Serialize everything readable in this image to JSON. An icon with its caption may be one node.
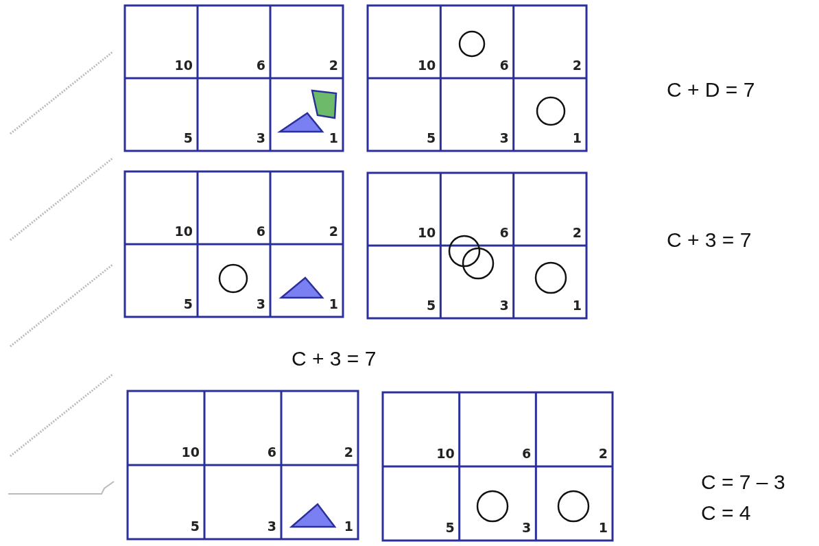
{
  "diagram": {
    "labels": [
      "10",
      "6",
      "2",
      "5",
      "3",
      "1",
      "10",
      "6",
      "2",
      "5",
      "3",
      "1",
      "C + D = 7",
      "10",
      "6",
      "2",
      "5",
      "3",
      "1",
      "10",
      "6",
      "2",
      "5",
      "3",
      "1",
      "C + 3 = 7",
      "C + 3 = 7",
      "10",
      "6",
      "2",
      "5",
      "3",
      "1",
      "10",
      "6",
      "2",
      "5",
      "3",
      "1",
      "C = 7 – 3",
      "C = 4"
    ]
  }
}
